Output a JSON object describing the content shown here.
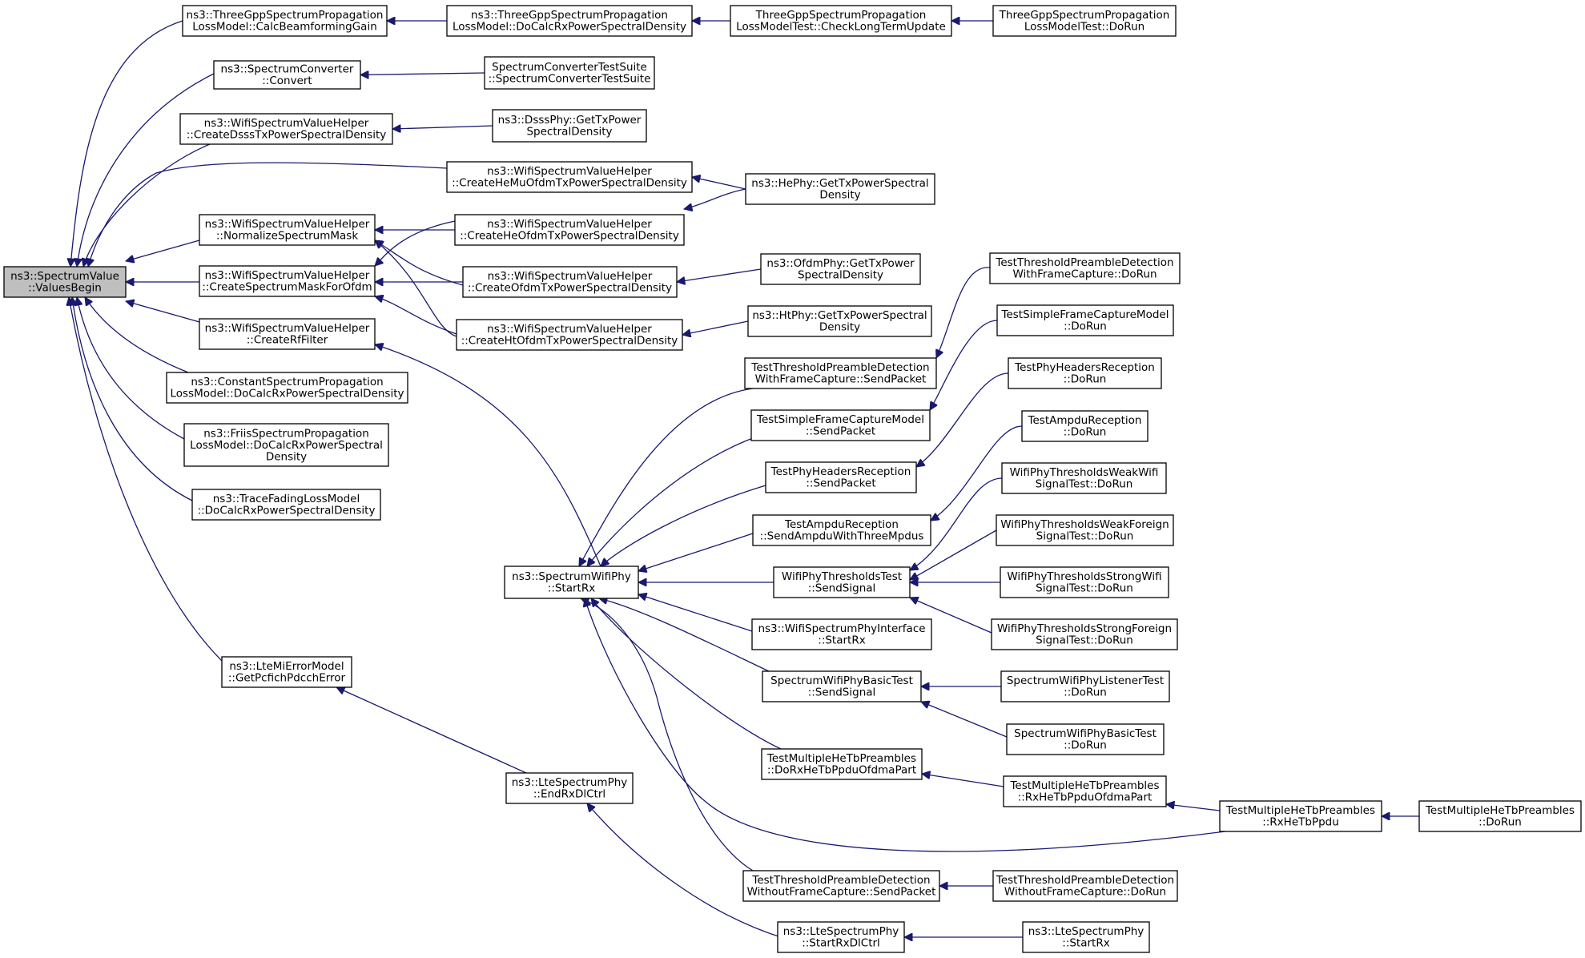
{
  "graph": {
    "nodes": [
      {
        "id": "root",
        "lines": [
          "ns3::SpectrumValue",
          "::ValuesBegin"
        ]
      },
      {
        "id": "n1",
        "lines": [
          "ns3::ThreeGppSpectrumPropagation",
          "LossModel::CalcBeamformingGain"
        ]
      },
      {
        "id": "n2",
        "lines": [
          "ns3::ThreeGppSpectrumPropagation",
          "LossModel::DoCalcRxPowerSpectralDensity"
        ]
      },
      {
        "id": "n3",
        "lines": [
          "ThreeGppSpectrumPropagation",
          "LossModelTest::CheckLongTermUpdate"
        ]
      },
      {
        "id": "n4",
        "lines": [
          "ThreeGppSpectrumPropagation",
          "LossModelTest::DoRun"
        ]
      },
      {
        "id": "n5",
        "lines": [
          "ns3::SpectrumConverter",
          "::Convert"
        ]
      },
      {
        "id": "n6",
        "lines": [
          "SpectrumConverterTestSuite",
          "::SpectrumConverterTestSuite"
        ]
      },
      {
        "id": "n7",
        "lines": [
          "ns3::WifiSpectrumValueHelper",
          "::CreateDsssTxPowerSpectralDensity"
        ]
      },
      {
        "id": "n8",
        "lines": [
          "ns3::DsssPhy::GetTxPower",
          "SpectralDensity"
        ]
      },
      {
        "id": "n9",
        "lines": [
          "ns3::WifiSpectrumValueHelper",
          "::CreateHeMuOfdmTxPowerSpectralDensity"
        ]
      },
      {
        "id": "n10",
        "lines": [
          "ns3::HePhy::GetTxPowerSpectral",
          "Density"
        ]
      },
      {
        "id": "n11",
        "lines": [
          "ns3::WifiSpectrumValueHelper",
          "::NormalizeSpectrumMask"
        ]
      },
      {
        "id": "n12",
        "lines": [
          "ns3::WifiSpectrumValueHelper",
          "::CreateHeOfdmTxPowerSpectralDensity"
        ]
      },
      {
        "id": "n13",
        "lines": [
          "ns3::WifiSpectrumValueHelper",
          "::CreateSpectrumMaskForOfdm"
        ]
      },
      {
        "id": "n14",
        "lines": [
          "ns3::WifiSpectrumValueHelper",
          "::CreateOfdmTxPowerSpectralDensity"
        ]
      },
      {
        "id": "n15",
        "lines": [
          "ns3::OfdmPhy::GetTxPower",
          "SpectralDensity"
        ]
      },
      {
        "id": "n16",
        "lines": [
          "ns3::WifiSpectrumValueHelper",
          "::CreateHtOfdmTxPowerSpectralDensity"
        ]
      },
      {
        "id": "n17",
        "lines": [
          "ns3::HtPhy::GetTxPowerSpectral",
          "Density"
        ]
      },
      {
        "id": "n18",
        "lines": [
          "ns3::WifiSpectrumValueHelper",
          "::CreateRfFilter"
        ]
      },
      {
        "id": "n19",
        "lines": [
          "ns3::ConstantSpectrumPropagation",
          "LossModel::DoCalcRxPowerSpectralDensity"
        ]
      },
      {
        "id": "n20",
        "lines": [
          "ns3::FriisSpectrumPropagation",
          "LossModel::DoCalcRxPowerSpectral",
          "Density"
        ]
      },
      {
        "id": "n21",
        "lines": [
          "ns3::TraceFadingLossModel",
          "::DoCalcRxPowerSpectralDensity"
        ]
      },
      {
        "id": "n22",
        "lines": [
          "ns3::LteMiErrorModel",
          "::GetPcfichPdcchError"
        ]
      },
      {
        "id": "n23",
        "lines": [
          "ns3::SpectrumWifiPhy",
          "::StartRx"
        ]
      },
      {
        "id": "n24",
        "lines": [
          "ns3::LteSpectrumPhy",
          "::EndRxDlCtrl"
        ]
      },
      {
        "id": "n25",
        "lines": [
          "TestThresholdPreambleDetection",
          "WithFrameCapture::DoRun"
        ]
      },
      {
        "id": "n26",
        "lines": [
          "TestSimpleFrameCaptureModel",
          "::DoRun"
        ]
      },
      {
        "id": "n27",
        "lines": [
          "TestThresholdPreambleDetection",
          "WithFrameCapture::SendPacket"
        ]
      },
      {
        "id": "n28",
        "lines": [
          "TestPhyHeadersReception",
          "::DoRun"
        ]
      },
      {
        "id": "n29",
        "lines": [
          "TestSimpleFrameCaptureModel",
          "::SendPacket"
        ]
      },
      {
        "id": "n30",
        "lines": [
          "TestAmpduReception",
          "::DoRun"
        ]
      },
      {
        "id": "n31",
        "lines": [
          "TestPhyHeadersReception",
          "::SendPacket"
        ]
      },
      {
        "id": "n32",
        "lines": [
          "WifiPhyThresholdsWeakWifi",
          "SignalTest::DoRun"
        ]
      },
      {
        "id": "n33",
        "lines": [
          "TestAmpduReception",
          "::SendAmpduWithThreeMpdus"
        ]
      },
      {
        "id": "n34",
        "lines": [
          "WifiPhyThresholdsWeakForeign",
          "SignalTest::DoRun"
        ]
      },
      {
        "id": "n35",
        "lines": [
          "WifiPhyThresholdsTest",
          "::SendSignal"
        ]
      },
      {
        "id": "n36",
        "lines": [
          "WifiPhyThresholdsStrongWifi",
          "SignalTest::DoRun"
        ]
      },
      {
        "id": "n37",
        "lines": [
          "WifiPhyThresholdsStrongForeign",
          "SignalTest::DoRun"
        ]
      },
      {
        "id": "n38",
        "lines": [
          "ns3::WifiSpectrumPhyInterface",
          "::StartRx"
        ]
      },
      {
        "id": "n39",
        "lines": [
          "SpectrumWifiPhyBasicTest",
          "::SendSignal"
        ]
      },
      {
        "id": "n40",
        "lines": [
          "SpectrumWifiPhyListenerTest",
          "::DoRun"
        ]
      },
      {
        "id": "n41",
        "lines": [
          "SpectrumWifiPhyBasicTest",
          "::DoRun"
        ]
      },
      {
        "id": "n42",
        "lines": [
          "TestMultipleHeTbPreambles",
          "::DoRxHeTbPpduOfdmaPart"
        ]
      },
      {
        "id": "n43",
        "lines": [
          "TestMultipleHeTbPreambles",
          "::RxHeTbPpduOfdmaPart"
        ]
      },
      {
        "id": "n44",
        "lines": [
          "TestMultipleHeTbPreambles",
          "::RxHeTbPpdu"
        ]
      },
      {
        "id": "n45",
        "lines": [
          "TestMultipleHeTbPreambles",
          "::DoRun"
        ]
      },
      {
        "id": "n46",
        "lines": [
          "TestThresholdPreambleDetection",
          "WithoutFrameCapture::SendPacket"
        ]
      },
      {
        "id": "n47",
        "lines": [
          "TestThresholdPreambleDetection",
          "WithoutFrameCapture::DoRun"
        ]
      },
      {
        "id": "n48",
        "lines": [
          "ns3::LteSpectrumPhy",
          "::StartRxDlCtrl"
        ]
      },
      {
        "id": "n49",
        "lines": [
          "ns3::LteSpectrumPhy",
          "::StartRx"
        ]
      }
    ],
    "edges": [
      {
        "from": "n1",
        "to": "root"
      },
      {
        "from": "n5",
        "to": "root"
      },
      {
        "from": "n7",
        "to": "root"
      },
      {
        "from": "n9",
        "to": "root"
      },
      {
        "from": "n11",
        "to": "root"
      },
      {
        "from": "n13",
        "to": "root"
      },
      {
        "from": "n18",
        "to": "root"
      },
      {
        "from": "n19",
        "to": "root"
      },
      {
        "from": "n20",
        "to": "root"
      },
      {
        "from": "n21",
        "to": "root"
      },
      {
        "from": "n22",
        "to": "root"
      },
      {
        "from": "n2",
        "to": "n1"
      },
      {
        "from": "n3",
        "to": "n2"
      },
      {
        "from": "n4",
        "to": "n3"
      },
      {
        "from": "n6",
        "to": "n5"
      },
      {
        "from": "n8",
        "to": "n7"
      },
      {
        "from": "n10",
        "to": "n9"
      },
      {
        "from": "n10",
        "to": "n12"
      },
      {
        "from": "n12",
        "to": "n11"
      },
      {
        "from": "n14",
        "to": "n11"
      },
      {
        "from": "n16",
        "to": "n11"
      },
      {
        "from": "n12",
        "to": "n13"
      },
      {
        "from": "n14",
        "to": "n13"
      },
      {
        "from": "n16",
        "to": "n13"
      },
      {
        "from": "n15",
        "to": "n14"
      },
      {
        "from": "n17",
        "to": "n16"
      },
      {
        "from": "n23",
        "to": "n18"
      },
      {
        "from": "n24",
        "to": "n22"
      },
      {
        "from": "n27",
        "to": "n23"
      },
      {
        "from": "n29",
        "to": "n23"
      },
      {
        "from": "n31",
        "to": "n23"
      },
      {
        "from": "n33",
        "to": "n23"
      },
      {
        "from": "n35",
        "to": "n23"
      },
      {
        "from": "n38",
        "to": "n23"
      },
      {
        "from": "n39",
        "to": "n23"
      },
      {
        "from": "n42",
        "to": "n23"
      },
      {
        "from": "n44",
        "to": "n23"
      },
      {
        "from": "n46",
        "to": "n23"
      },
      {
        "from": "n48",
        "to": "n24"
      },
      {
        "from": "n25",
        "to": "n27"
      },
      {
        "from": "n26",
        "to": "n29"
      },
      {
        "from": "n28",
        "to": "n31"
      },
      {
        "from": "n30",
        "to": "n33"
      },
      {
        "from": "n32",
        "to": "n35"
      },
      {
        "from": "n34",
        "to": "n35"
      },
      {
        "from": "n36",
        "to": "n35"
      },
      {
        "from": "n37",
        "to": "n35"
      },
      {
        "from": "n40",
        "to": "n39"
      },
      {
        "from": "n41",
        "to": "n39"
      },
      {
        "from": "n43",
        "to": "n42"
      },
      {
        "from": "n44",
        "to": "n43"
      },
      {
        "from": "n45",
        "to": "n44"
      },
      {
        "from": "n47",
        "to": "n46"
      },
      {
        "from": "n49",
        "to": "n48"
      }
    ]
  }
}
